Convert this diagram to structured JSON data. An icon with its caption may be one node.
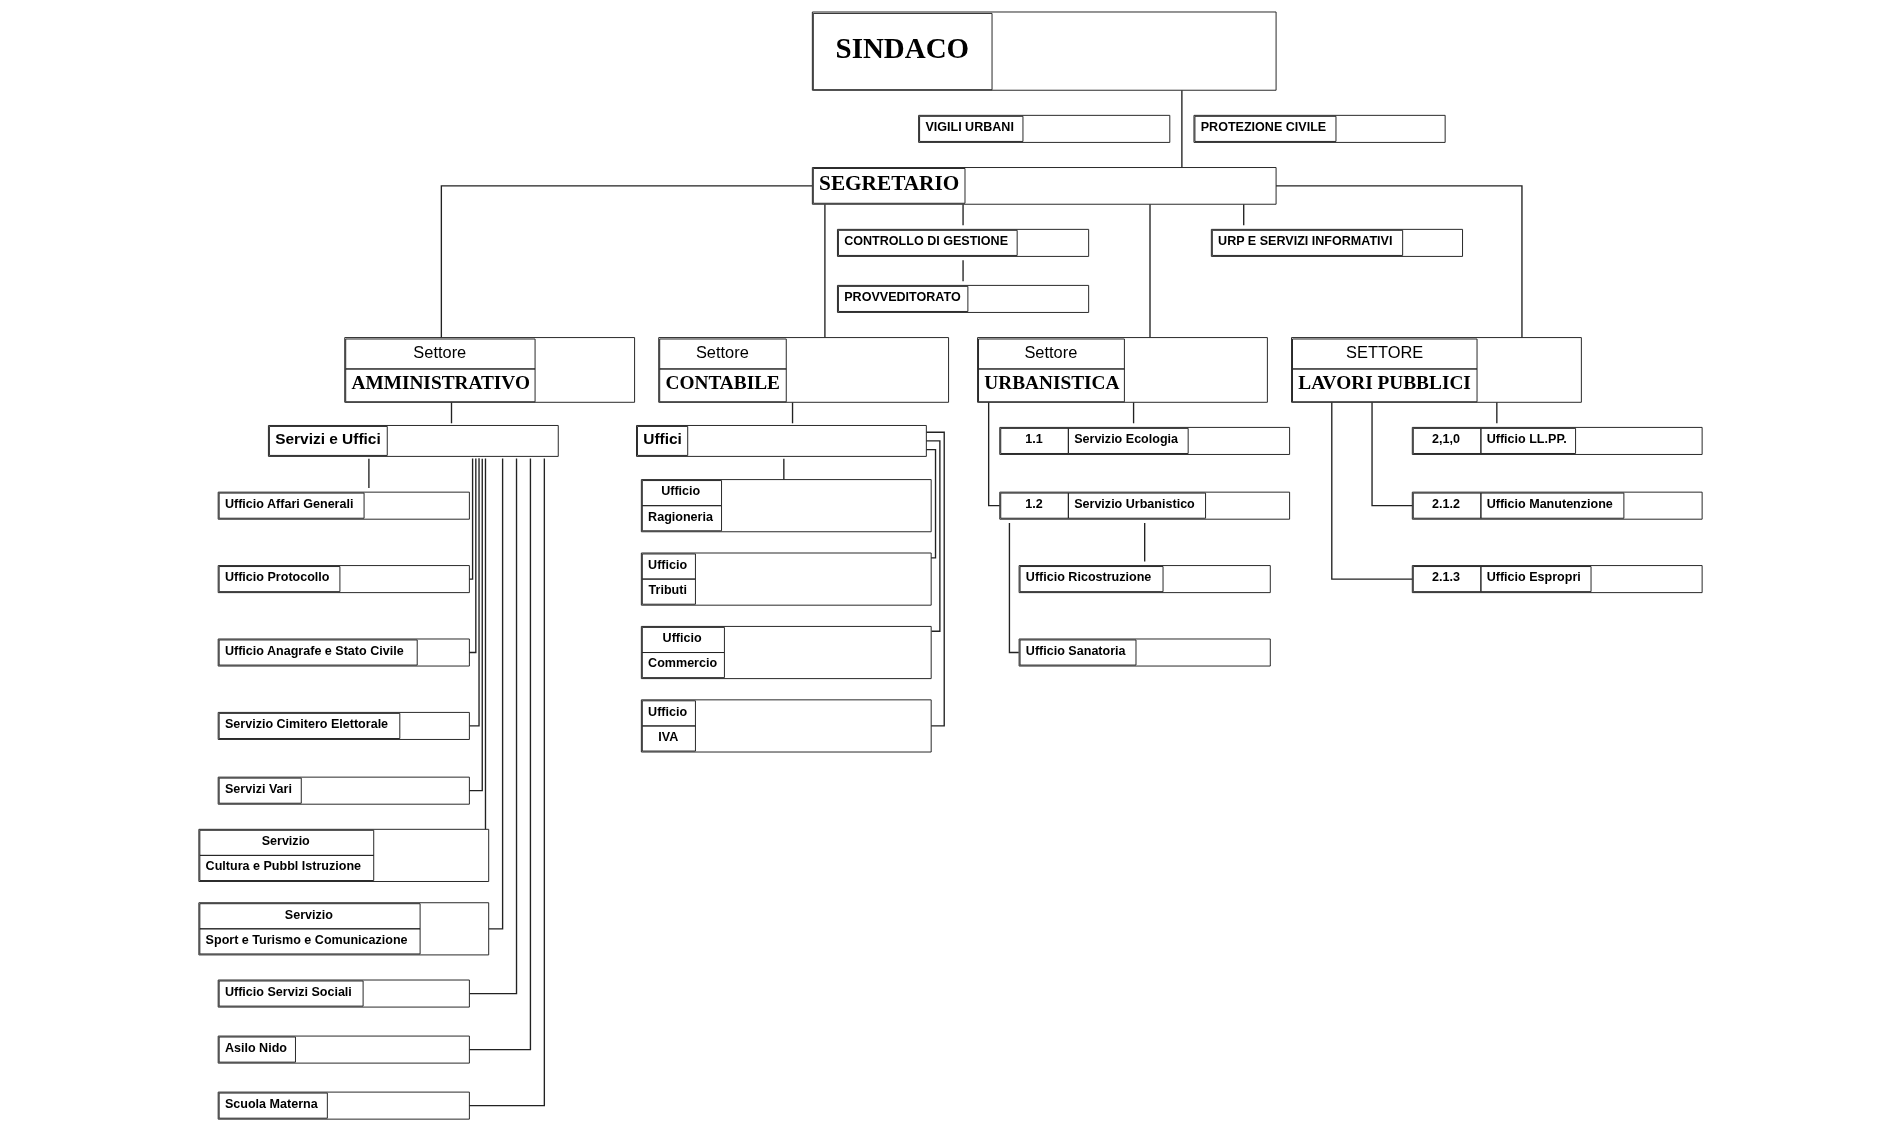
{
  "diagram": {
    "nodes": [
      {
        "text": [
          "SINDACO"
        ]
      },
      {
        "text": [
          "VIGILI URBANI"
        ]
      },
      {
        "text": [
          "PROTEZIONE CIVILE"
        ]
      },
      {
        "text": [
          "SEGRETARIO"
        ]
      },
      {
        "text": [
          "CONTROLLO DI GESTIONE"
        ]
      },
      {
        "text": [
          "URP E SERVIZI INFORMATIVI"
        ]
      },
      {
        "text": [
          "PROVVEDITORATO"
        ]
      },
      {
        "text": [
          "Settore",
          "AMMINISTRATIVO"
        ]
      },
      {
        "text": [
          "Servizi e Uffici"
        ]
      },
      {
        "text": [
          "Ufficio Affari Generali"
        ]
      },
      {
        "text": [
          "Ufficio Protocollo"
        ]
      },
      {
        "text": [
          "Ufficio Anagrafe e Stato Civile"
        ]
      },
      {
        "text": [
          "Servizio Cimitero Elettorale"
        ]
      },
      {
        "text": [
          "Servizi Vari"
        ]
      },
      {
        "text": [
          "Servizio",
          "Cultura e Pubbl Istruzione"
        ]
      },
      {
        "text": [
          "Servizio",
          "Sport e Turismo e Comunicazione"
        ]
      },
      {
        "text": [
          "Ufficio Servizi Sociali"
        ]
      },
      {
        "text": [
          "Asilo Nido"
        ]
      },
      {
        "text": [
          "Scuola Materna"
        ]
      },
      {
        "text": [
          "Settore",
          "CONTABILE"
        ]
      },
      {
        "text": [
          "Uffici"
        ]
      },
      {
        "text": [
          "Ufficio",
          "Ragioneria"
        ]
      },
      {
        "text": [
          "Ufficio",
          "Tributi"
        ]
      },
      {
        "text": [
          "Ufficio",
          "Commercio"
        ]
      },
      {
        "text": [
          "Ufficio",
          "IVA"
        ]
      },
      {
        "text": [
          "Settore",
          "URBANISTICA"
        ]
      },
      {
        "text": [
          "1.1",
          "Servizio Ecologia"
        ]
      },
      {
        "text": [
          "1.2",
          "Servizio Urbanistico"
        ]
      },
      {
        "text": [
          "Ufficio Ricostruzione"
        ]
      },
      {
        "text": [
          "Ufficio Sanatoria"
        ]
      },
      {
        "text": [
          "SETTORE",
          "LAVORI PUBBLICI"
        ]
      },
      {
        "text": [
          "2,1,0",
          "Ufficio LL.PP."
        ]
      },
      {
        "text": [
          "2.1.2",
          "Ufficio Manutenzione"
        ]
      },
      {
        "text": [
          "2.1.3",
          "Ufficio Espropri"
        ]
      }
    ],
    "edges": [
      {
        "from": 0,
        "to": 3,
        "arrow": "none"
      },
      {
        "from": 3,
        "to": 4,
        "arrow": "none"
      },
      {
        "from": 3,
        "to": 5,
        "arrow": "none"
      },
      {
        "from": 4,
        "to": 6,
        "arrow": "none"
      },
      {
        "from": 3,
        "to": 7,
        "arrow": "none"
      },
      {
        "from": 3,
        "to": 19,
        "arrow": "none"
      },
      {
        "from": 3,
        "to": 25,
        "arrow": "none"
      },
      {
        "from": 3,
        "to": 30,
        "arrow": "none"
      },
      {
        "from": 7,
        "to": 8,
        "arrow": "none"
      },
      {
        "from": 8,
        "to": 9,
        "arrow": "none"
      },
      {
        "from": 8,
        "to": 10,
        "arrow": "none"
      },
      {
        "from": 8,
        "to": 11,
        "arrow": "none"
      },
      {
        "from": 8,
        "to": 12,
        "arrow": "none"
      },
      {
        "from": 8,
        "to": 13,
        "arrow": "none"
      },
      {
        "from": 8,
        "to": 14,
        "arrow": "none"
      },
      {
        "from": 8,
        "to": 15,
        "arrow": "none"
      },
      {
        "from": 8,
        "to": 16,
        "arrow": "none"
      },
      {
        "from": 8,
        "to": 17,
        "arrow": "none"
      },
      {
        "from": 8,
        "to": 18,
        "arrow": "none"
      },
      {
        "from": 19,
        "to": 20,
        "arrow": "none"
      },
      {
        "from": 20,
        "to": 21,
        "arrow": "none"
      },
      {
        "from": 20,
        "to": 22,
        "arrow": "none"
      },
      {
        "from": 20,
        "to": 23,
        "arrow": "none"
      },
      {
        "from": 20,
        "to": 24,
        "arrow": "none"
      },
      {
        "from": 25,
        "to": 26,
        "arrow": "none"
      },
      {
        "from": 25,
        "to": 27,
        "arrow": "none"
      },
      {
        "from": 27,
        "to": 28,
        "arrow": "none"
      },
      {
        "from": 27,
        "to": 29,
        "arrow": "none"
      },
      {
        "from": 30,
        "to": 31,
        "arrow": "none"
      },
      {
        "from": 30,
        "to": 32,
        "arrow": "none"
      },
      {
        "from": 30,
        "to": 33,
        "arrow": "none"
      }
    ]
  }
}
